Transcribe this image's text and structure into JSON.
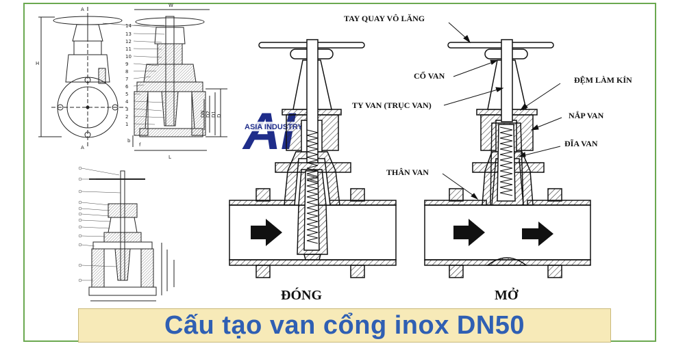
{
  "title": "Cấu tạo van cổng inox DN50",
  "logo": {
    "mark": "AI",
    "text": "ASIA INDUSTRY",
    "color": "#1f2d8a"
  },
  "labels": {
    "handwheel": "TAY QUAY VÔ LĂNG",
    "neck": "CỔ VAN",
    "gasket": "ĐỆM LÀM KÍN",
    "stem": "TY VAN (TRỤC VAN)",
    "bonnet": "NẮP VAN",
    "disc": "ĐĨA VAN",
    "body": "THÂN VAN",
    "closed": "ĐÓNG",
    "open": "MỞ"
  },
  "part_numbers": [
    "14",
    "13",
    "12",
    "11",
    "10",
    "9",
    "8",
    "7",
    "6",
    "5",
    "4",
    "3",
    "2",
    "1"
  ],
  "dimensions": {
    "W": "W",
    "H": "H",
    "L": "L",
    "DN": "DN",
    "D2": "D2",
    "D1": "D1",
    "D": "D",
    "b": "b",
    "f": "f",
    "A": "A"
  },
  "colors": {
    "frame": "#6aa84f",
    "banner_bg": "#f7eab8",
    "title": "#2f5fb3"
  }
}
